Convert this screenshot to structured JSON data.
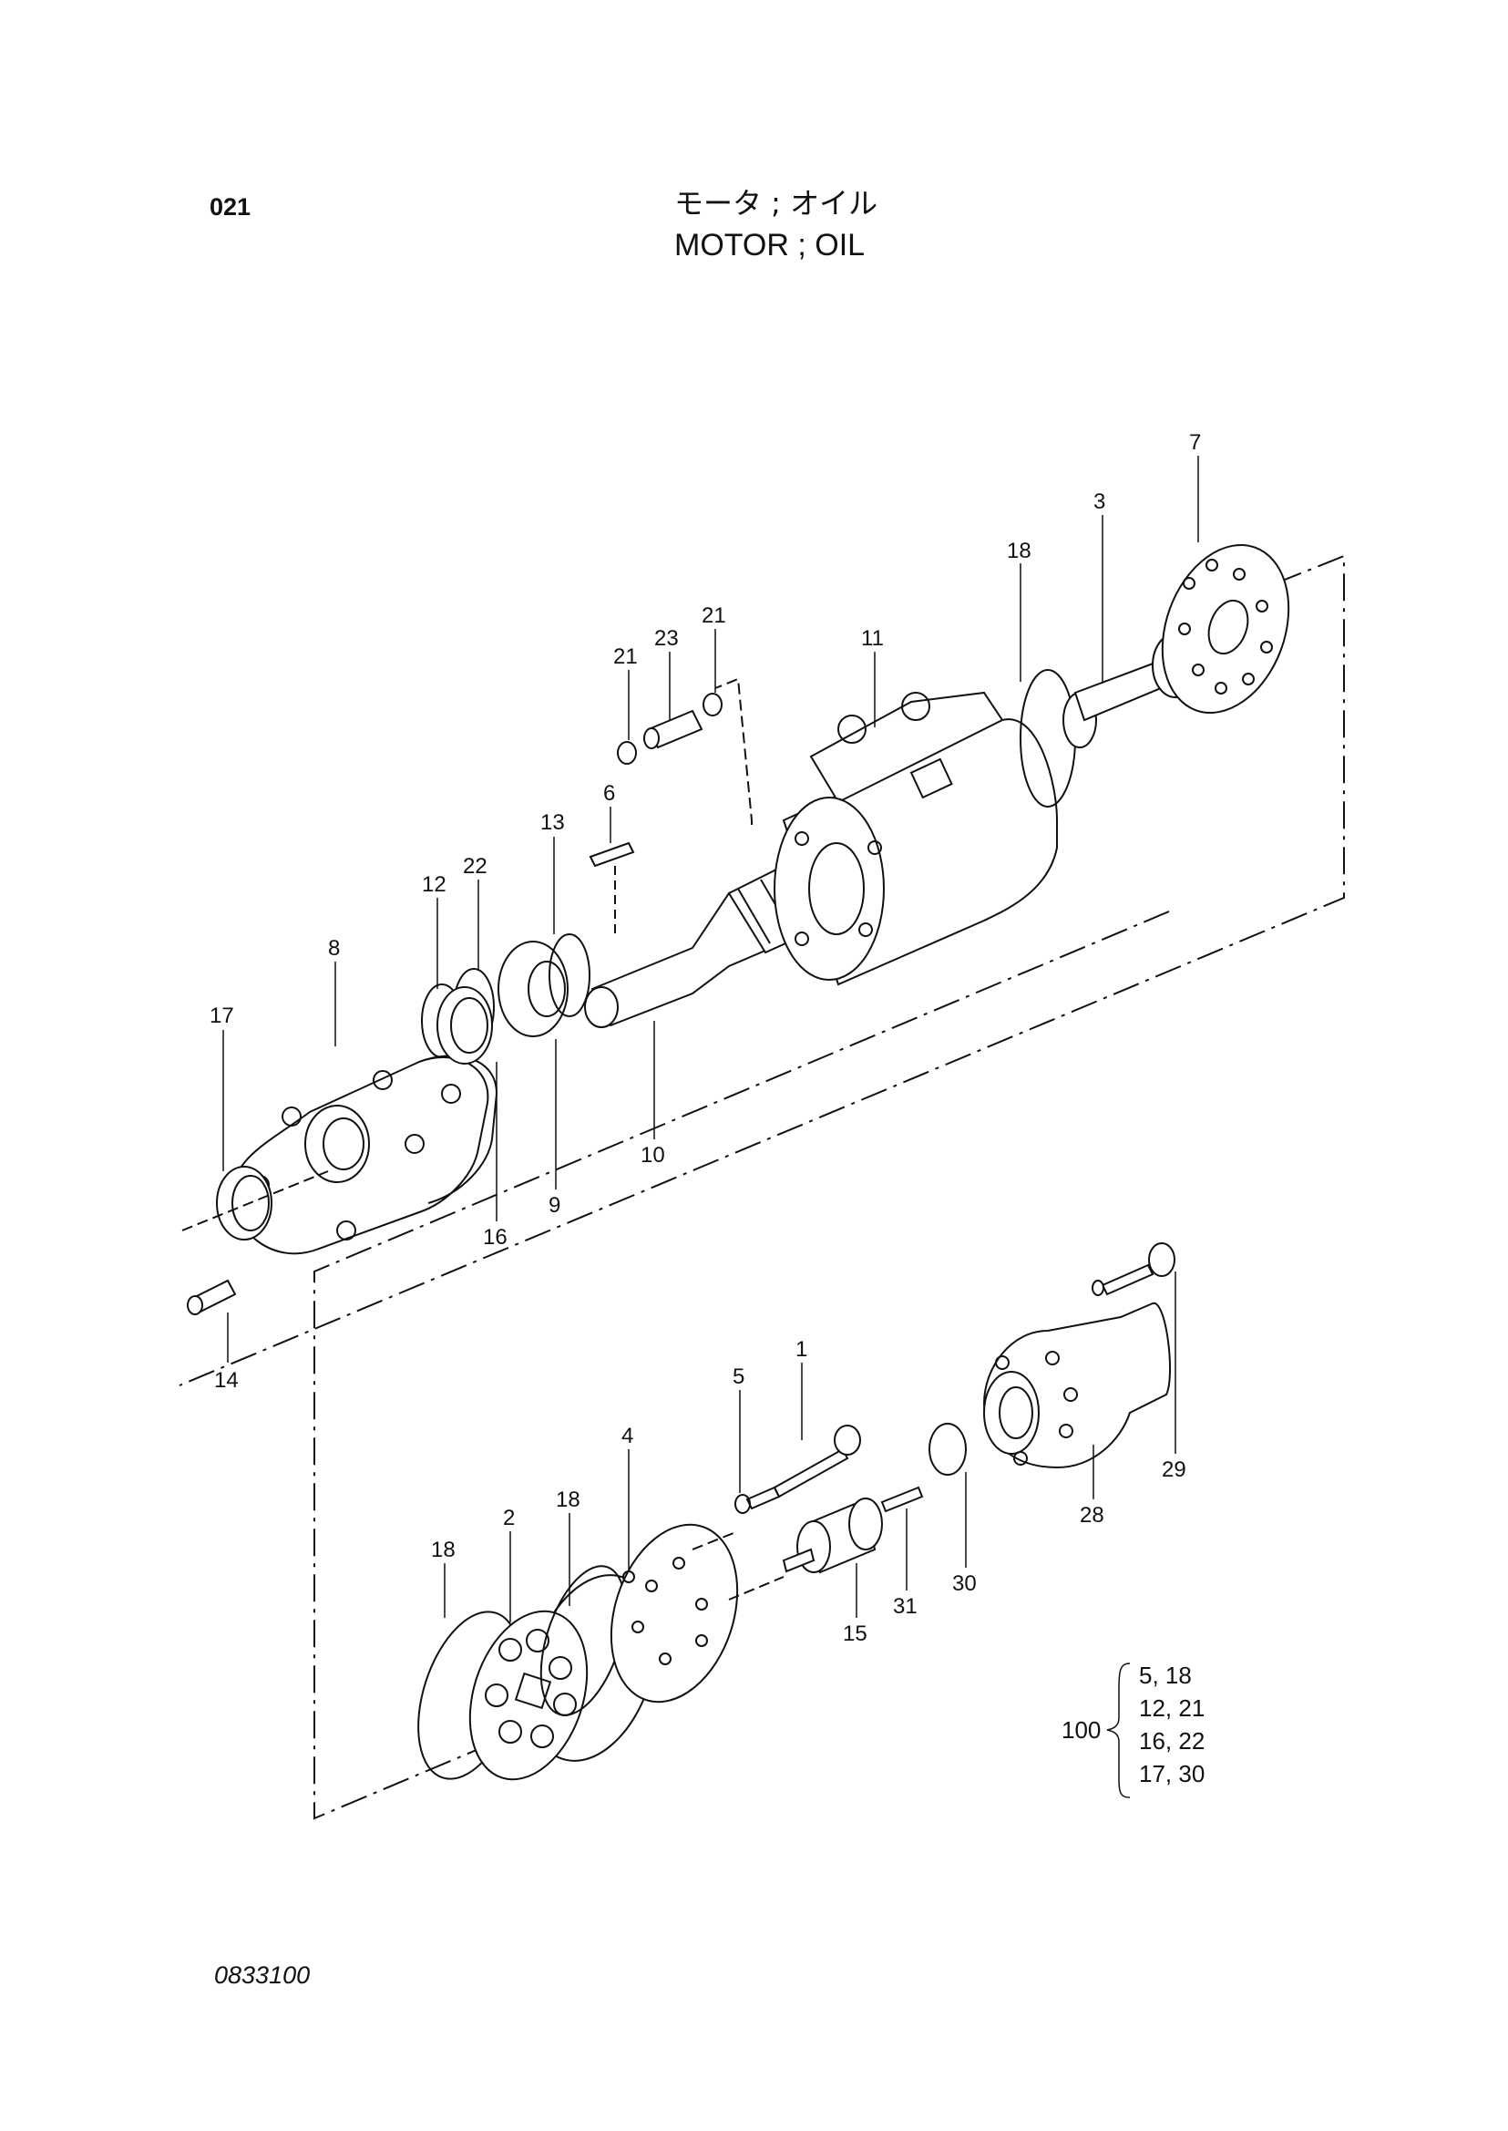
{
  "header": {
    "page_code": "021",
    "title_jp": "モータ ; オイル",
    "title_en": "MOTOR ; OIL"
  },
  "callouts": {
    "c1": "1",
    "c2": "2",
    "c3": "3",
    "c4": "4",
    "c5": "5",
    "c6": "6",
    "c7": "7",
    "c8": "8",
    "c9": "9",
    "c10": "10",
    "c11": "11",
    "c12": "12",
    "c13": "13",
    "c14": "14",
    "c15": "15",
    "c16": "16",
    "c17": "17",
    "c18a": "18",
    "c18b": "18",
    "c18c": "18",
    "c21a": "21",
    "c21b": "21",
    "c22": "22",
    "c23": "23",
    "c28": "28",
    "c29": "29",
    "c30": "30",
    "c31": "31"
  },
  "kit": {
    "number": "100",
    "lines": [
      "5, 18",
      "12, 21",
      "16, 22",
      "17, 30"
    ]
  },
  "footer": {
    "doc_number": "0833100"
  }
}
